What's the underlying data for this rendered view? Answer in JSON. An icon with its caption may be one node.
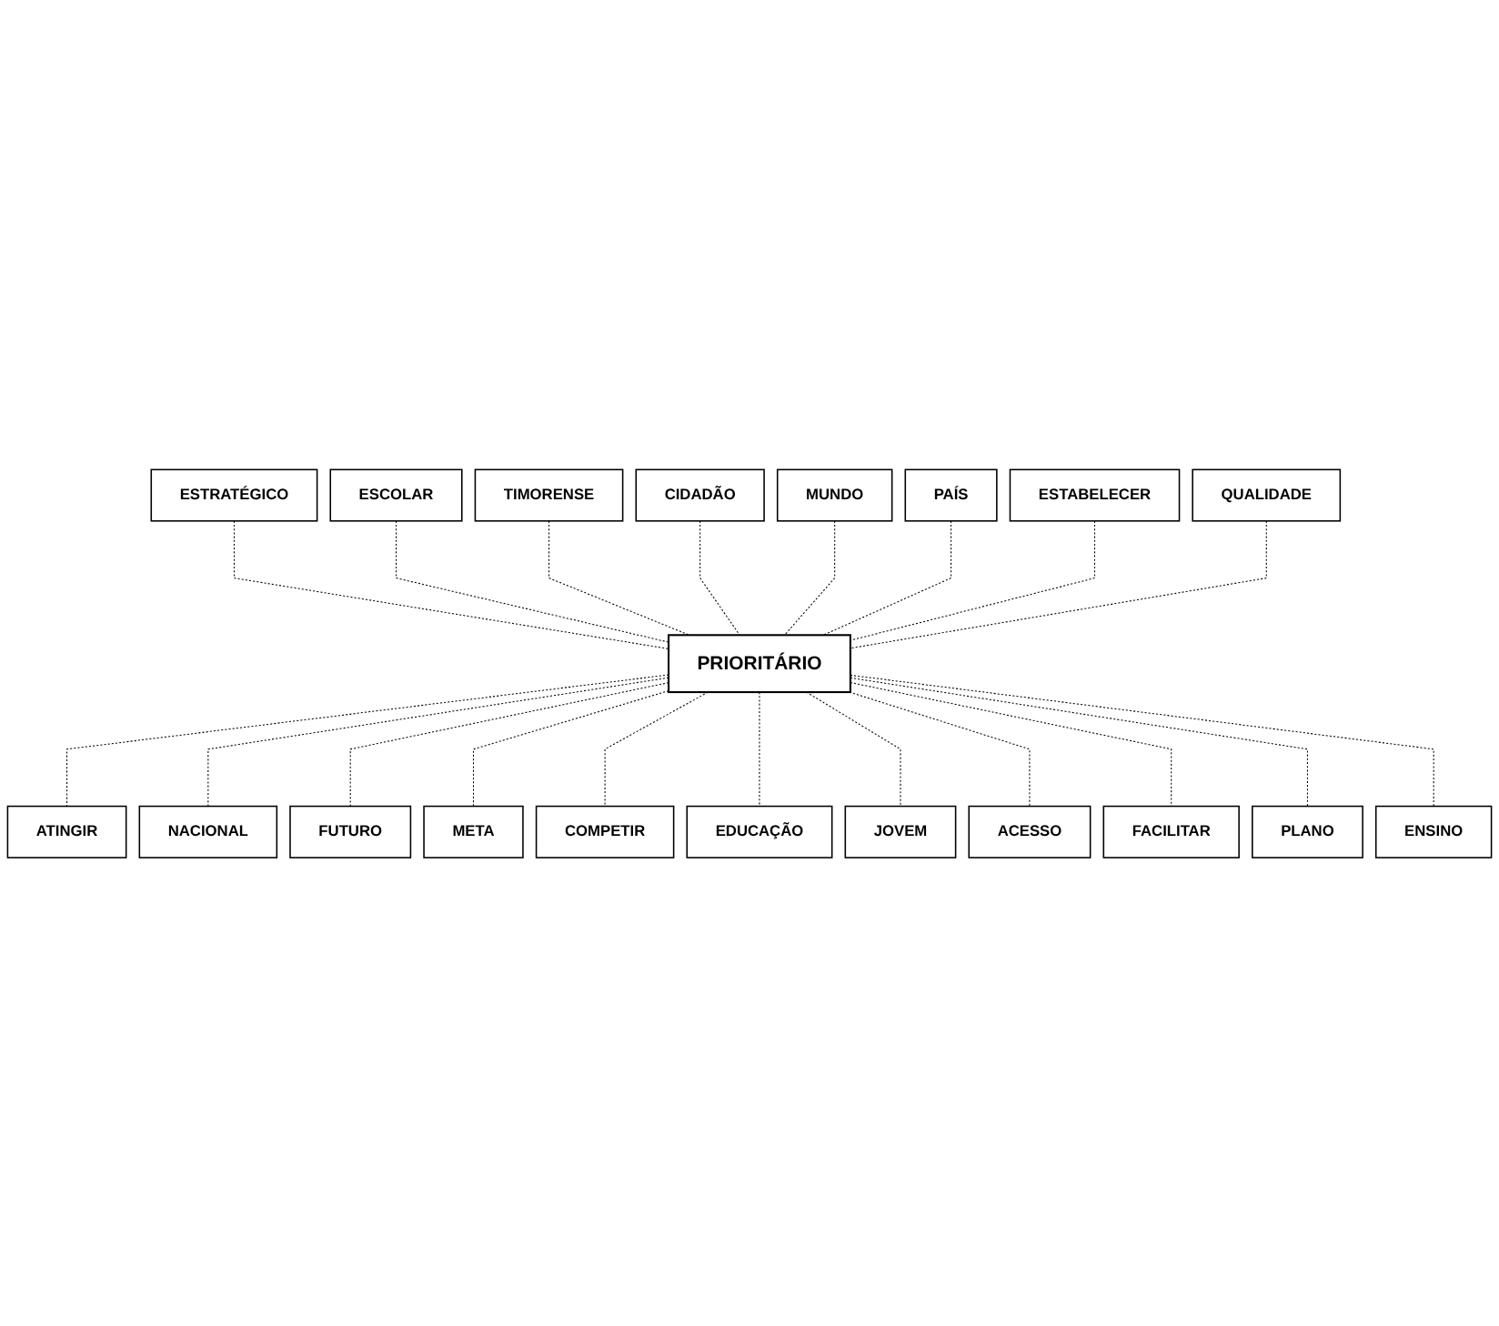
{
  "diagram": {
    "nodes": [
      {
        "text": [
          "ESTRATÉGICO"
        ]
      },
      {
        "text": [
          "ESCOLAR"
        ]
      },
      {
        "text": [
          "TIMORENSE"
        ]
      },
      {
        "text": [
          "CIDADÃO"
        ]
      },
      {
        "text": [
          "MUNDO"
        ]
      },
      {
        "text": [
          "PAÍS"
        ]
      },
      {
        "text": [
          "ESTABELECER"
        ]
      },
      {
        "text": [
          "QUALIDADE"
        ]
      },
      {
        "text": [
          "PRIORITÁRIO"
        ]
      },
      {
        "text": [
          "ATINGIR"
        ]
      },
      {
        "text": [
          "NACIONAL"
        ]
      },
      {
        "text": [
          "FUTURO"
        ]
      },
      {
        "text": [
          "META"
        ]
      },
      {
        "text": [
          "COMPETIR"
        ]
      },
      {
        "text": [
          "EDUCAÇÃO"
        ]
      },
      {
        "text": [
          "JOVEM"
        ]
      },
      {
        "text": [
          "ACESSO"
        ]
      },
      {
        "text": [
          "FACILITAR"
        ]
      },
      {
        "text": [
          "PLANO"
        ]
      },
      {
        "text": [
          "ENSINO"
        ]
      }
    ],
    "edges": [
      {
        "from": 0,
        "to": 8,
        "arrow": "none",
        "style": "dashed"
      },
      {
        "from": 1,
        "to": 8,
        "arrow": "none",
        "style": "dashed"
      },
      {
        "from": 2,
        "to": 8,
        "arrow": "none",
        "style": "dashed"
      },
      {
        "from": 3,
        "to": 8,
        "arrow": "none",
        "style": "dashed"
      },
      {
        "from": 4,
        "to": 8,
        "arrow": "none",
        "style": "dashed"
      },
      {
        "from": 5,
        "to": 8,
        "arrow": "none",
        "style": "dashed"
      },
      {
        "from": 6,
        "to": 8,
        "arrow": "none",
        "style": "dashed"
      },
      {
        "from": 7,
        "to": 8,
        "arrow": "none",
        "style": "dashed"
      },
      {
        "from": 8,
        "to": 9,
        "arrow": "none",
        "style": "dashed"
      },
      {
        "from": 8,
        "to": 10,
        "arrow": "none",
        "style": "dashed"
      },
      {
        "from": 8,
        "to": 11,
        "arrow": "none",
        "style": "dashed"
      },
      {
        "from": 8,
        "to": 12,
        "arrow": "none",
        "style": "dashed"
      },
      {
        "from": 8,
        "to": 13,
        "arrow": "none",
        "style": "dashed"
      },
      {
        "from": 8,
        "to": 14,
        "arrow": "none",
        "style": "dashed"
      },
      {
        "from": 8,
        "to": 15,
        "arrow": "none",
        "style": "dashed"
      },
      {
        "from": 8,
        "to": 16,
        "arrow": "none",
        "style": "dashed"
      },
      {
        "from": 8,
        "to": 17,
        "arrow": "none",
        "style": "dashed"
      },
      {
        "from": 8,
        "to": 18,
        "arrow": "none",
        "style": "dashed"
      },
      {
        "from": 8,
        "to": 19,
        "arrow": "none",
        "style": "dashed"
      }
    ]
  }
}
